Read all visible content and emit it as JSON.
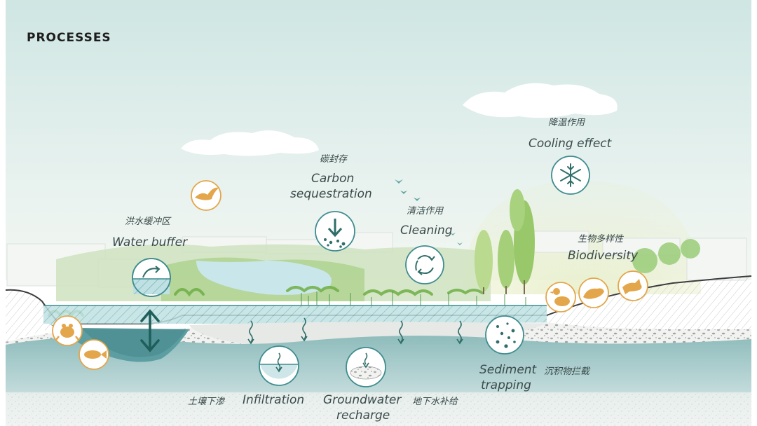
{
  "title": "PROCESSES",
  "processes": {
    "water_buffer": {
      "en": "Water buffer",
      "zh": "洪水缓冲区",
      "icon": "water-buffer-icon"
    },
    "carbon": {
      "en1": "Carbon",
      "en2": "sequestration",
      "zh": "碳封存",
      "icon": "carbon-down-arrow-icon"
    },
    "cleaning": {
      "en": "Cleaning",
      "zh": "清洁作用",
      "icon": "cleaning-cycle-icon"
    },
    "cooling": {
      "en": "Cooling effect",
      "zh": "降温作用",
      "icon": "snowflake-icon"
    },
    "biodiversity": {
      "en": "Biodiversity",
      "zh": "生物多样性",
      "icon": "animals-icon"
    },
    "sediment": {
      "en1": "Sediment",
      "en2": "trapping",
      "zh": "沉积物拦截",
      "icon": "sediment-dots-icon"
    },
    "infiltration": {
      "en": "Infiltration",
      "zh": "土壤下渗",
      "icon": "infiltration-icon"
    },
    "groundwater": {
      "en1": "Groundwater",
      "en2": "recharge",
      "zh": "地下水补给",
      "icon": "groundwater-icon"
    }
  },
  "animals": [
    "bird-icon",
    "frog-icon",
    "fish-icon",
    "duck-icon",
    "otter-icon",
    "fox-icon"
  ],
  "colors": {
    "sky": "#d6e9e6",
    "teal_dark": "#2f6e6a",
    "water": "#b9dde0",
    "groundwater": "#8fbcbc",
    "veg_green": "#8fbf5c",
    "animal_orange": "#e3a64a",
    "text_dark": "#1d1d1d",
    "label_text": "#3a4a4a"
  }
}
